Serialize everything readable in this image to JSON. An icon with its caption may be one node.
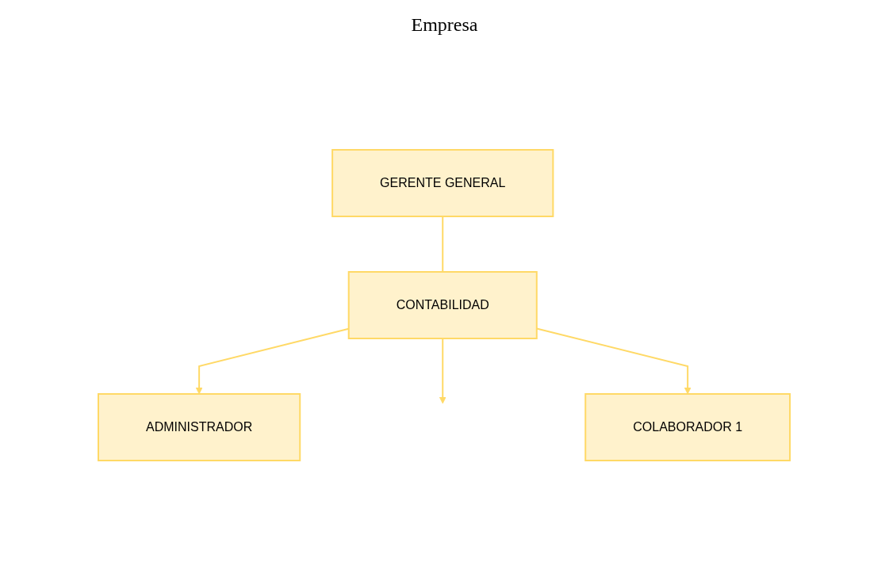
{
  "diagram": {
    "title": "Empresa",
    "nodes": [
      {
        "text": [
          "GERENTE GENERAL"
        ]
      },
      {
        "text": [
          "CONTABILIDAD"
        ]
      },
      {
        "text": [
          "ADMINISTRADOR"
        ]
      },
      {
        "text": [
          "COLABORADOR 1"
        ]
      }
    ],
    "edges": [
      {
        "from": 0,
        "to": 1,
        "arrow": "none"
      },
      {
        "from": 1,
        "to": 2,
        "arrow": "to"
      },
      {
        "from": 1,
        "to": null,
        "arrow": "to"
      },
      {
        "from": 1,
        "to": 3,
        "arrow": "to"
      }
    ]
  }
}
